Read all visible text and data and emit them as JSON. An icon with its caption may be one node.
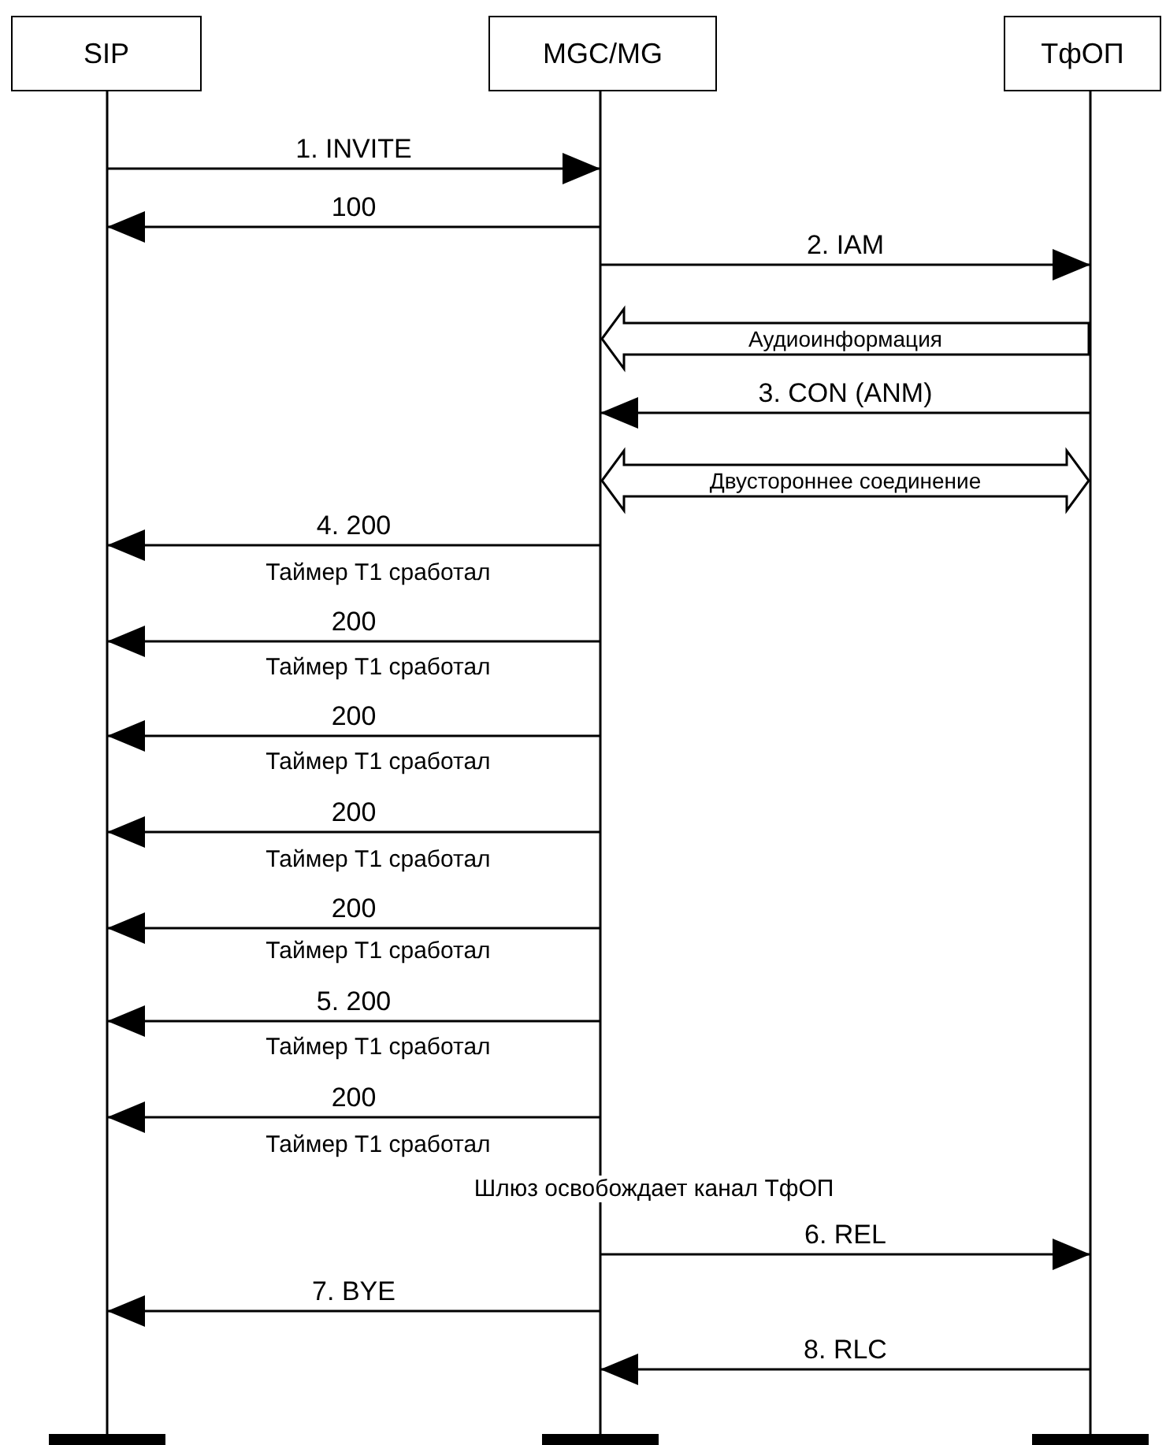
{
  "diagram": {
    "nodes": [
      {
        "text": [
          "SIP"
        ]
      },
      {
        "text": [
          "MGC/MG"
        ]
      },
      {
        "text": [
          "ТфОП"
        ]
      }
    ],
    "edges": [
      {
        "from": 0,
        "to": 1,
        "arrow": "to",
        "label": "1. INVITE"
      },
      {
        "from": 1,
        "to": 0,
        "arrow": "to",
        "label": "100"
      },
      {
        "from": 1,
        "to": 2,
        "arrow": "to",
        "label": "2. IAM"
      },
      {
        "from": 2,
        "to": 1,
        "arrow": "to",
        "label": "Аудиоинформация",
        "style": "thick"
      },
      {
        "from": 2,
        "to": 1,
        "arrow": "to",
        "label": "3. CON (ANM)"
      },
      {
        "from": 1,
        "to": 2,
        "arrow": "both",
        "label": "Двустороннее соединение",
        "style": "thick"
      },
      {
        "from": 1,
        "to": 0,
        "arrow": "to",
        "label": "4. 200"
      },
      {
        "from": 1,
        "to": 0,
        "arrow": "to",
        "label": "200"
      },
      {
        "from": 1,
        "to": 0,
        "arrow": "to",
        "label": "200"
      },
      {
        "from": 1,
        "to": 0,
        "arrow": "to",
        "label": "200"
      },
      {
        "from": 1,
        "to": 0,
        "arrow": "to",
        "label": "200"
      },
      {
        "from": 1,
        "to": 0,
        "arrow": "to",
        "label": "5. 200"
      },
      {
        "from": 1,
        "to": 0,
        "arrow": "to",
        "label": "200"
      },
      {
        "from": 1,
        "to": 2,
        "arrow": "to",
        "label": "6. REL"
      },
      {
        "from": 1,
        "to": 0,
        "arrow": "to",
        "label": "7. BYE"
      },
      {
        "from": 2,
        "to": 1,
        "arrow": "to",
        "label": "8. RLC"
      }
    ],
    "labels": [
      "Таймер Т1 сработал",
      "Таймер Т1 сработал",
      "Таймер Т1 сработал",
      "Таймер Т1 сработал",
      "Таймер Т1 сработал",
      "Таймер Т1 сработал",
      "Таймер Т1 сработал",
      "Шлюз освобождает канал ТфОП"
    ]
  }
}
